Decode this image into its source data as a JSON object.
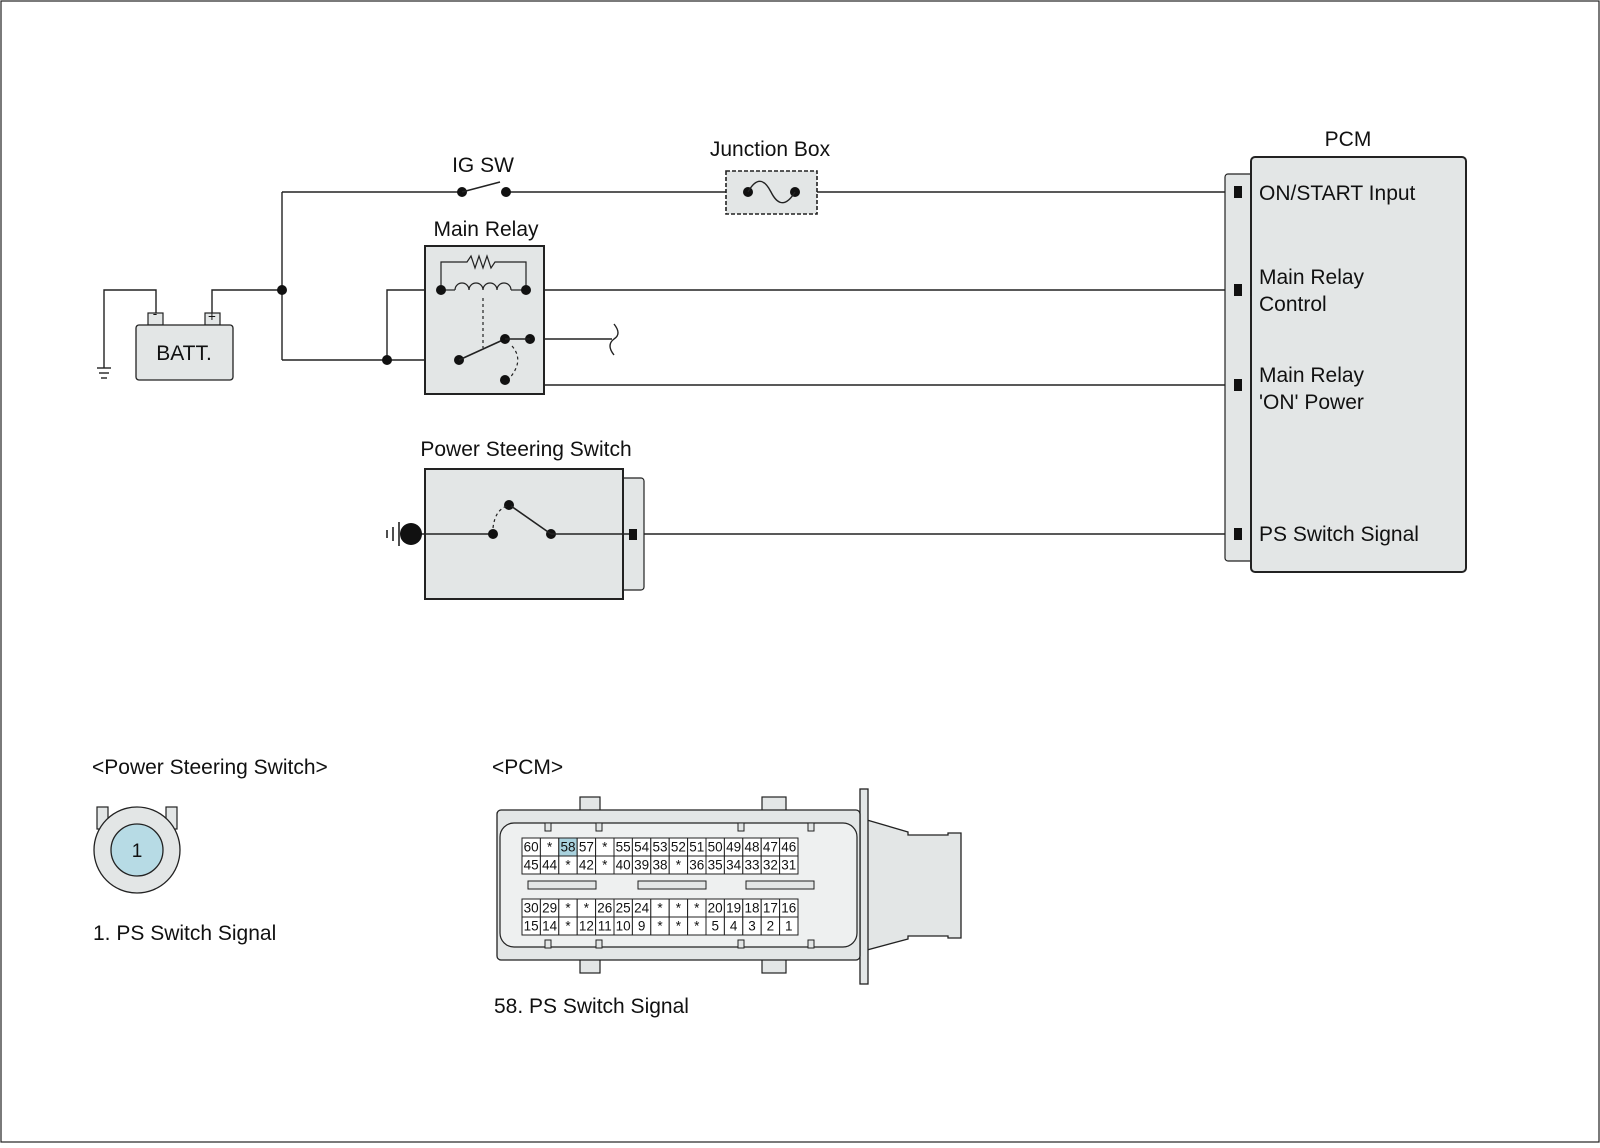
{
  "diagram": {
    "labels": {
      "ig_sw": "IG SW",
      "junction_box": "Junction Box",
      "main_relay": "Main Relay",
      "battery": "BATT.",
      "battery_neg": "-",
      "battery_pos": "+",
      "pcm": "PCM",
      "power_steering_switch": "Power Steering Switch"
    },
    "pcm_terminals": [
      {
        "lines": [
          "ON/START Input"
        ]
      },
      {
        "lines": [
          "Main Relay",
          "Control"
        ]
      },
      {
        "lines": [
          "Main Relay",
          "'ON' Power"
        ]
      },
      {
        "lines": [
          "PS Switch Signal"
        ]
      }
    ]
  },
  "connectors": {
    "ps_switch": {
      "title": "<Power Steering Switch>",
      "pin_number": "1",
      "legend": "1. PS Switch Signal"
    },
    "pcm": {
      "title": "<PCM>",
      "legend": "58. PS Switch Signal",
      "highlighted_pin": "58",
      "upper_rows": [
        [
          "60",
          "*",
          "58",
          "57",
          "*",
          "55",
          "54",
          "53",
          "52",
          "51",
          "50",
          "49",
          "48",
          "47",
          "46"
        ],
        [
          "45",
          "44",
          "*",
          "42",
          "*",
          "40",
          "39",
          "38",
          "*",
          "36",
          "35",
          "34",
          "33",
          "32",
          "31"
        ]
      ],
      "lower_rows": [
        [
          "30",
          "29",
          "*",
          "*",
          "26",
          "25",
          "24",
          "*",
          "*",
          "*",
          "20",
          "19",
          "18",
          "17",
          "16"
        ],
        [
          "15",
          "14",
          "*",
          "12",
          "11",
          "10",
          "9",
          "*",
          "*",
          "*",
          "5",
          "4",
          "3",
          "2",
          "1"
        ]
      ]
    }
  },
  "colors": {
    "component_fill": "#e3e6e6",
    "highlight_pin": "#a9d2de",
    "connector_pin_face": "#b7dbe5"
  }
}
